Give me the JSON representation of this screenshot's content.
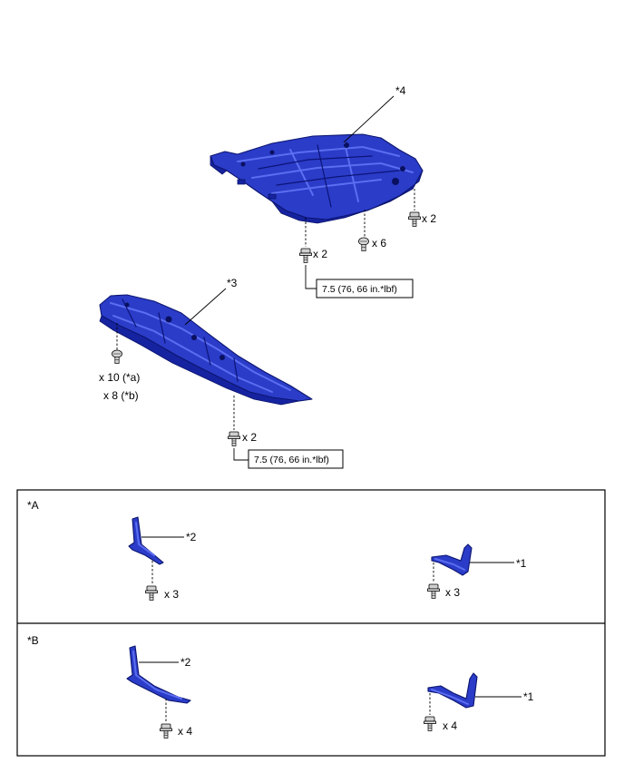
{
  "callouts": {
    "part4": "*4",
    "part3": "*3",
    "part2_a": "*2",
    "part1_a": "*1",
    "part2_b": "*2",
    "part1_b": "*1"
  },
  "fasteners": {
    "p4_right": "x 2",
    "p4_mid": "x 6",
    "p4_left": "x 2",
    "p3_clips_a": "x 10 (*a)",
    "p3_clips_b": "x 8 (*b)",
    "p3_bolt": "x 2",
    "a_left": "x 3",
    "a_right": "x 3",
    "b_left": "x 4",
    "b_right": "x 4"
  },
  "torque": {
    "upper": "7.5 (76, 66 in.*lbf)",
    "lower": "7.5 (76, 66 in.*lbf)"
  },
  "variants": {
    "a": "*A",
    "b": "*B"
  },
  "colors": {
    "part_blue": "#2a3cc8",
    "part_dark": "#0d1670",
    "outline": "#000000"
  }
}
